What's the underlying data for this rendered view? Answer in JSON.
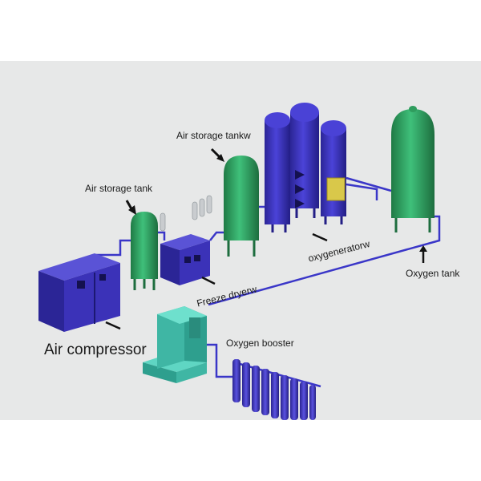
{
  "labels": {
    "air_compressor": "Air compressor",
    "air_storage_tank": "Air storage tank",
    "air_storage_tankw": "Air storage tankw",
    "freeze_dryer": "Freeze dryerw",
    "oxygen_generator": "oxygeneratorw",
    "oxygen_tank": "Oxygen tank",
    "oxygen_booster": "Oxygen booster"
  },
  "colors": {
    "background_panel": "#e7e8e8",
    "compressor_blue": "#3b32b8",
    "tank_green": "#2f9d5e",
    "booster_teal": "#3fb6a4",
    "pipe_blue": "#3a36c8",
    "cylinder_blue": "#3c34c4",
    "control_box_yellow": "#d9c84a"
  }
}
